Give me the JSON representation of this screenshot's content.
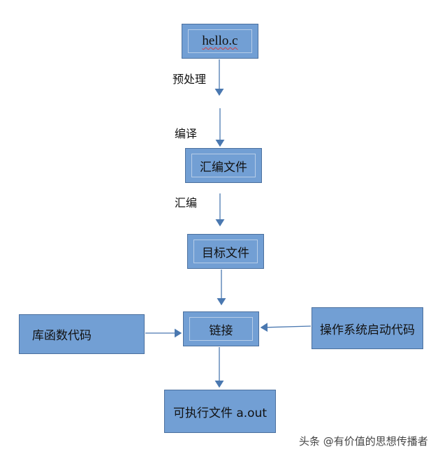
{
  "nodes": {
    "source": "hello.c",
    "assembly": "汇编文件",
    "object": "目标文件",
    "link": "链接",
    "library": "库函数代码",
    "os_startup": "操作系统启动代码",
    "executable": "可执行文件 a.out"
  },
  "edges": {
    "preprocess": "预处理",
    "compile": "编译",
    "assemble": "汇编"
  },
  "watermark": "头条 @有价值的思想传播者",
  "colors": {
    "box_fill": "#729fd4",
    "box_border": "#4a6f9e",
    "arrow": "#4a78b0"
  }
}
